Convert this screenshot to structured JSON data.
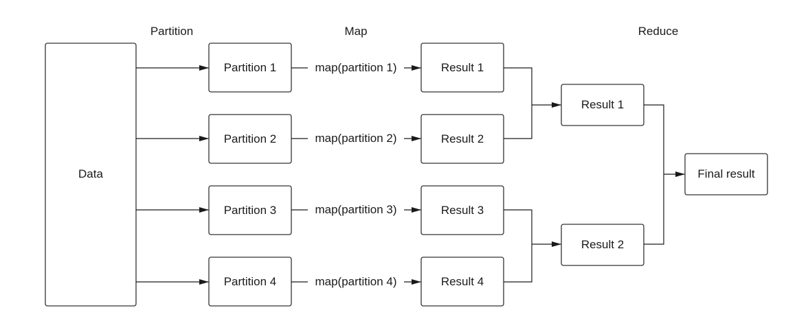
{
  "stages": {
    "partition": "Partition",
    "map": "Map",
    "reduce": "Reduce"
  },
  "data_box": {
    "label": "Data"
  },
  "partitions": [
    {
      "label": "Partition 1"
    },
    {
      "label": "Partition 2"
    },
    {
      "label": "Partition 3"
    },
    {
      "label": "Partition 4"
    }
  ],
  "map_calls": [
    {
      "label": "map(partition 1)"
    },
    {
      "label": "map(partition 2)"
    },
    {
      "label": "map(partition 3)"
    },
    {
      "label": "map(partition 4)"
    }
  ],
  "map_results": [
    {
      "label": "Result 1"
    },
    {
      "label": "Result 2"
    },
    {
      "label": "Result 3"
    },
    {
      "label": "Result 4"
    }
  ],
  "reduce_results": [
    {
      "label": "Result 1"
    },
    {
      "label": "Result 2"
    }
  ],
  "final": {
    "label": "Final result"
  }
}
